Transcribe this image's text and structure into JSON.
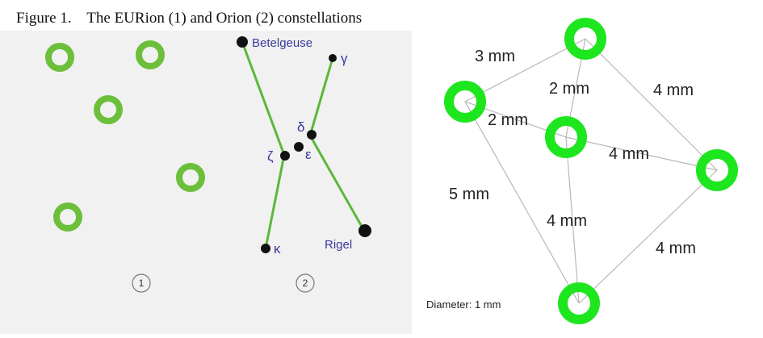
{
  "caption": {
    "prefix": "Figure 1.",
    "text": "The EURion (1) and Orion (2) constellations"
  },
  "left_panel": {
    "panel_numbers": [
      "1",
      "2"
    ],
    "stars": {
      "betelgeuse": "Betelgeuse",
      "rigel": "Rigel",
      "gamma": "γ",
      "delta": "δ",
      "epsilon": "ε",
      "zeta": "ζ",
      "kappa": "κ"
    }
  },
  "right_panel": {
    "distances": {
      "top_left": "3 mm",
      "top_center": "2 mm",
      "top_right": "4 mm",
      "left_center": "2 mm",
      "center_right": "4 mm",
      "left_bottom": "5 mm",
      "center_bottom": "4 mm",
      "right_bottom": "4 mm"
    },
    "diameter_note": "Diameter: 1 mm"
  },
  "colors": {
    "eurion_ring_left": "#6bbf3a",
    "eurion_ring_right": "#1ee61e",
    "orion_line": "#5bb83a",
    "star_label": "#3a3aa0",
    "star_dot": "#111111",
    "panel_bg": "#f1f1f1"
  }
}
